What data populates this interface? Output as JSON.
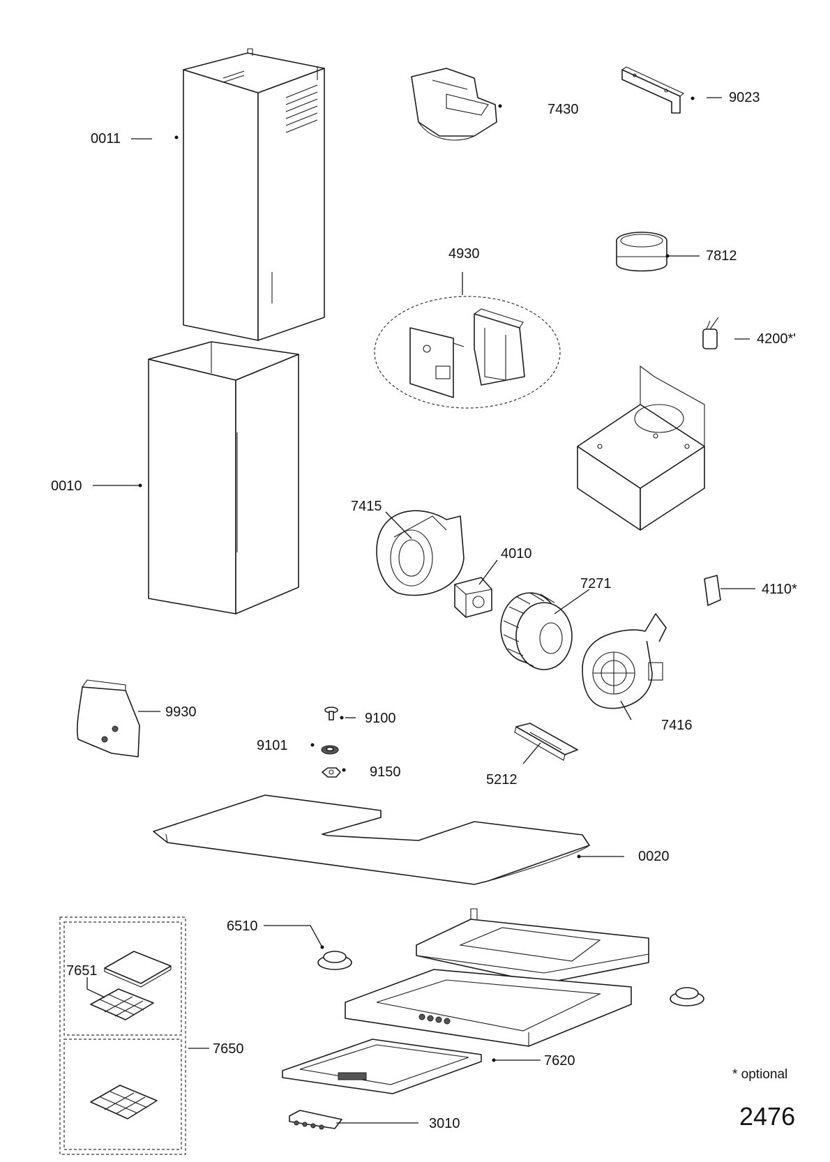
{
  "labels": [
    {
      "id": "0011",
      "text": "0011"
    },
    {
      "id": "7430",
      "text": "7430"
    },
    {
      "id": "9023",
      "text": "9023"
    },
    {
      "id": "4930",
      "text": "4930"
    },
    {
      "id": "7812",
      "text": "7812"
    },
    {
      "id": "4200",
      "text": "4200*'"
    },
    {
      "id": "0010",
      "text": "0010"
    },
    {
      "id": "7415",
      "text": "7415"
    },
    {
      "id": "4010",
      "text": "4010"
    },
    {
      "id": "7271",
      "text": "7271"
    },
    {
      "id": "4110",
      "text": "4110*"
    },
    {
      "id": "9930",
      "text": "9930"
    },
    {
      "id": "9100",
      "text": "9100"
    },
    {
      "id": "9101",
      "text": "9101"
    },
    {
      "id": "9150",
      "text": "9150"
    },
    {
      "id": "7416",
      "text": "7416"
    },
    {
      "id": "5212",
      "text": "5212"
    },
    {
      "id": "0020",
      "text": "0020"
    },
    {
      "id": "6510",
      "text": "6510"
    },
    {
      "id": "7651",
      "text": "7651"
    },
    {
      "id": "7650",
      "text": "7650"
    },
    {
      "id": "7620",
      "text": "7620"
    },
    {
      "id": "3010",
      "text": "3010"
    }
  ],
  "note": "* optional",
  "diagram_id": "2476"
}
